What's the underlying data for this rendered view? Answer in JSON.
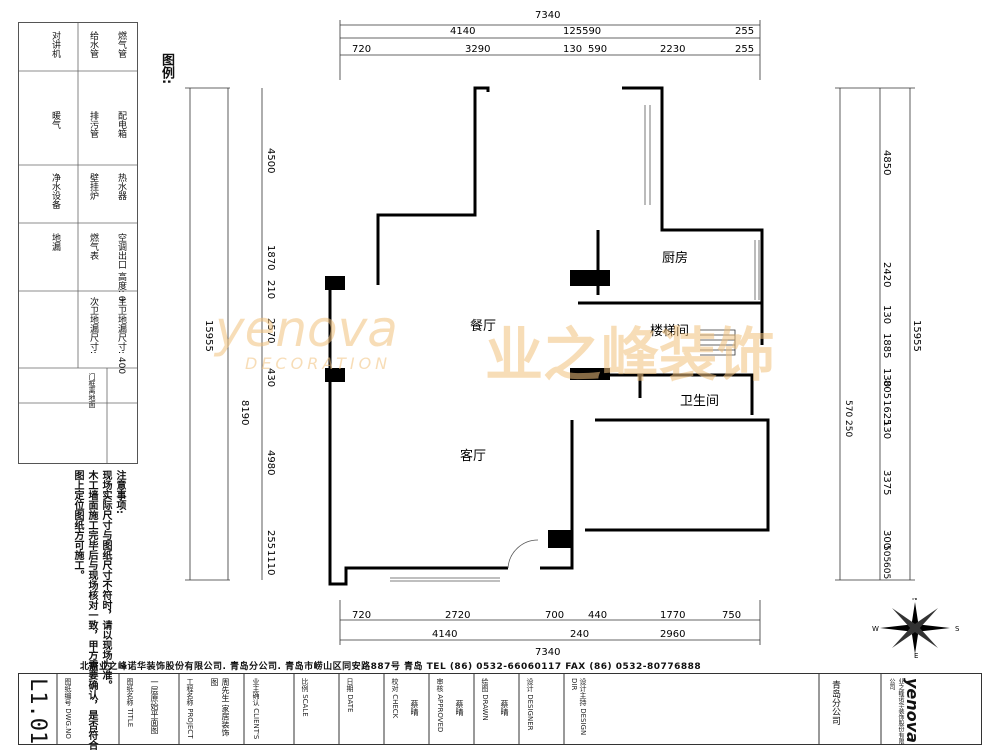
{
  "legend": {
    "title": "图例:",
    "items": [
      "燃气管",
      "配电箱",
      "给水管",
      "排污管",
      "热水器",
      "壁挂炉",
      "燃气表",
      "地漏",
      "主卫地漏尺寸: 400",
      "次卫地漏尺寸:",
      "净水设备",
      "对讲机",
      "暖气"
    ],
    "rows": [
      "空调出口 高度: 0",
      "门框离地面"
    ]
  },
  "notes": {
    "title": "注意事项:",
    "lines": [
      "现场实际尺寸与图纸尺寸不符时，请以现场为准。",
      "木工墙面施工完毕后与现场核对一致，甲方需要确认，是否符合",
      "图上定位图纸方可施工。"
    ]
  },
  "plan": {
    "rooms": {
      "kitchen": "厨房",
      "stair": "楼梯间",
      "dining": "餐厅",
      "bath": "卫生间",
      "living": "客厅"
    },
    "dims_top_total": "7340",
    "dims_top_row1": [
      "4140",
      "125590",
      "255"
    ],
    "dims_top_row2": [
      "720",
      "3290",
      "130",
      "590",
      "2230",
      "255"
    ],
    "dims_bottom_row1": [
      "720",
      "2720",
      "700",
      "440",
      "1770",
      "750"
    ],
    "dims_bottom_row2": [
      "4140",
      "240",
      "2960"
    ],
    "dims_bottom_total": "7340",
    "dims_left_total": "15955",
    "dims_left_row": [
      "4500",
      "1870",
      "210",
      "2570",
      "430",
      "4980",
      "255",
      "1110"
    ],
    "dims_left_sub": "8190",
    "dims_right_total": "15955",
    "dims_right_row": [
      "4850",
      "2420",
      "130",
      "1885",
      "130",
      "805",
      "1625",
      "130",
      "3375",
      "300",
      "505",
      "605"
    ],
    "dims_right_sub": "570 250"
  },
  "watermark": {
    "brand": "yenova",
    "sub": "DECORATION",
    "cn": "业之峰装饰"
  },
  "footer": {
    "company_line": "北京业之峰诺华装饰股份有限公司. 青岛分公司. 青岛市崂山区同安路887号     青岛   TEL (86) 0532-66060117     FAX (86) 0532-80776888",
    "sheet_no": "L1.01",
    "fields": [
      {
        "label": "图纸编号 DWG.NO",
        "value": ""
      },
      {
        "label": "图纸名称 TITLE",
        "value": "一层原始平面图"
      },
      {
        "label": "工程名称 PROJECT",
        "value": "周先生 家居装饰图"
      },
      {
        "label": "业主确认 CLIENT'S",
        "value": ""
      },
      {
        "label": "比例 SCALE",
        "value": ""
      },
      {
        "label": "日期 DATE",
        "value": ""
      },
      {
        "label": "校对 CHECK",
        "value": "蔡晴"
      },
      {
        "label": "审核 APPROVED",
        "value": "蔡晴"
      },
      {
        "label": "绘图 DRAWN",
        "value": "蔡晴"
      },
      {
        "label": "设计 DESIGNER",
        "value": ""
      },
      {
        "label": "设计主持 DESIGN DIR",
        "value": ""
      }
    ],
    "brand": "yenova",
    "brand_cn": "业之峰诺华装饰股份有限公司",
    "branch": "青岛分公司"
  },
  "compass": {
    "n": "N",
    "s": "S",
    "e": "E",
    "w": "W"
  },
  "colors": {
    "wall": "#000000",
    "watermark": "#f2c27e",
    "line": "#333333"
  }
}
